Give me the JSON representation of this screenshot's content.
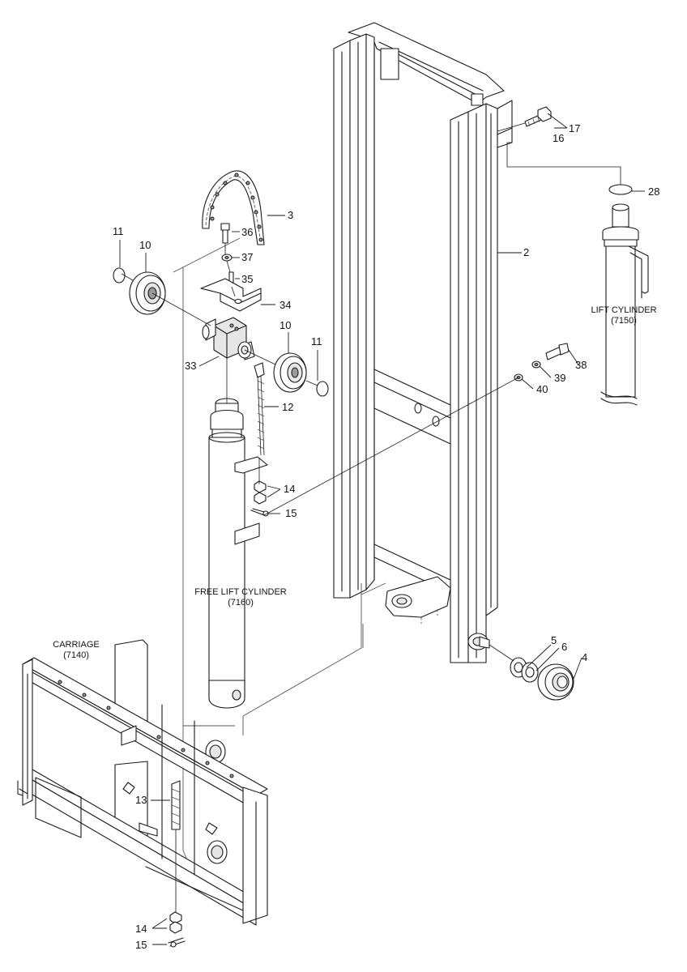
{
  "labels": {
    "lift_cylinder": "LIFT CYLINDER",
    "lift_cylinder_code": "(7150)",
    "free_lift_cylinder": "FREE LIFT CYLINDER",
    "free_lift_cylinder_code": "(7160)",
    "carriage": "CARRIAGE",
    "carriage_code": "(7140)"
  },
  "callouts": {
    "c2": "2",
    "c3": "3",
    "c4": "4",
    "c5": "5",
    "c6": "6",
    "c10a": "10",
    "c10b": "10",
    "c11a": "11",
    "c11b": "11",
    "c12": "12",
    "c13": "13",
    "c14a": "14",
    "c14b": "14",
    "c15a": "15",
    "c15b": "15",
    "c16": "16",
    "c17": "17",
    "c28": "28",
    "c33": "33",
    "c34": "34",
    "c35": "35",
    "c36": "36",
    "c37": "37",
    "c38": "38",
    "c39": "39",
    "c40": "40"
  }
}
